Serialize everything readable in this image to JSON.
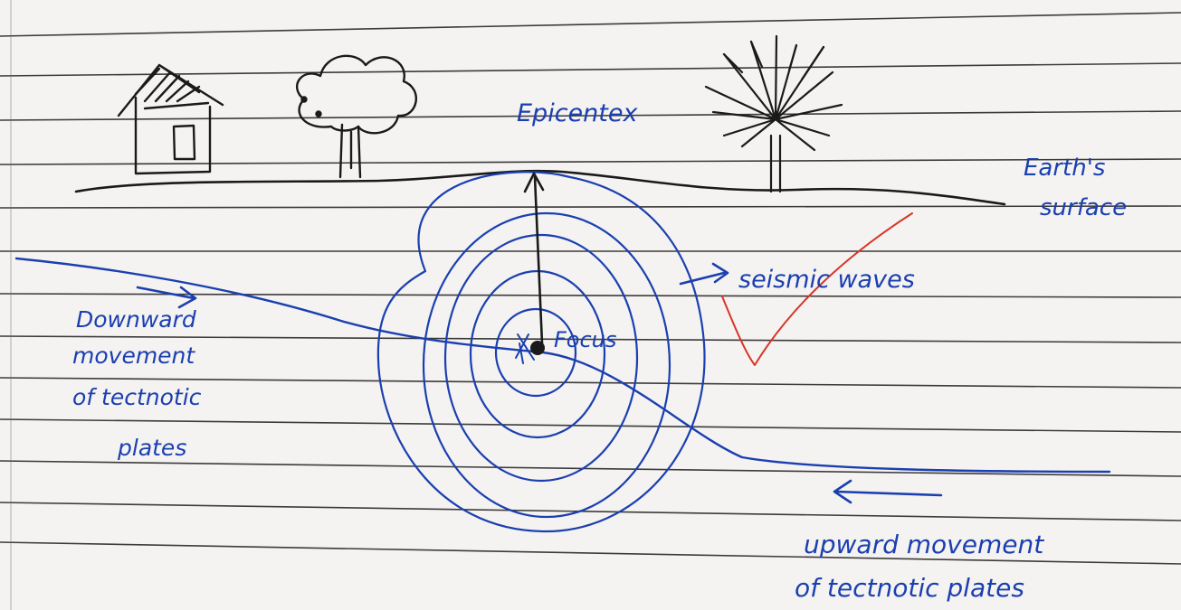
{
  "colors": {
    "paper": "#f4f3f1",
    "rule_line": "#1c1c1c",
    "pencil": "#1a1a1a",
    "blue_ink": "#1b3fb0",
    "red_check": "#d8352a"
  },
  "labels": {
    "epicenter": "Epicentex",
    "earth_surface_line1": "Earth's",
    "earth_surface_line2": "surface",
    "seismic_waves": "seismic waves",
    "focus": "Focus",
    "downward_line1": "Downward",
    "downward_line2": "movement",
    "downward_line3": "of tectnotic",
    "downward_line4": "plates",
    "upward_line1": "upward movement",
    "upward_line2": "of tectnotic plates"
  },
  "icons": {
    "house": "house-icon",
    "tree": "tree-icon",
    "palm": "palm-tree-icon",
    "check": "check-mark-icon"
  }
}
